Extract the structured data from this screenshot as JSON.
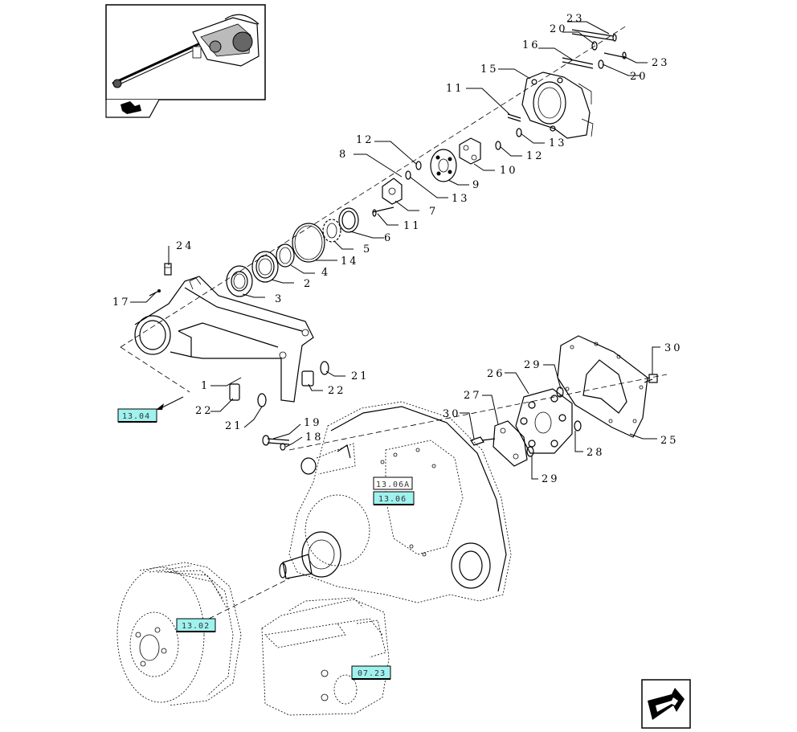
{
  "callouts": [
    {
      "id": "c23a",
      "text": "23"
    },
    {
      "id": "c20a",
      "text": "20"
    },
    {
      "id": "c16",
      "text": "16"
    },
    {
      "id": "c23b",
      "text": "23"
    },
    {
      "id": "c15",
      "text": "15"
    },
    {
      "id": "c20b",
      "text": "20"
    },
    {
      "id": "c11a",
      "text": "11"
    },
    {
      "id": "c13a",
      "text": "13"
    },
    {
      "id": "c12a",
      "text": "12"
    },
    {
      "id": "c12b",
      "text": "12"
    },
    {
      "id": "c10",
      "text": "10"
    },
    {
      "id": "c8",
      "text": "8"
    },
    {
      "id": "c9",
      "text": "9"
    },
    {
      "id": "c13b",
      "text": "13"
    },
    {
      "id": "c7",
      "text": "7"
    },
    {
      "id": "c11b",
      "text": "11"
    },
    {
      "id": "c6",
      "text": "6"
    },
    {
      "id": "c5",
      "text": "5"
    },
    {
      "id": "c14",
      "text": "14"
    },
    {
      "id": "c4",
      "text": "4"
    },
    {
      "id": "c24",
      "text": "24"
    },
    {
      "id": "c2",
      "text": "2"
    },
    {
      "id": "c17",
      "text": "17"
    },
    {
      "id": "c3",
      "text": "3"
    },
    {
      "id": "c21a",
      "text": "21"
    },
    {
      "id": "c22a",
      "text": "22"
    },
    {
      "id": "c1",
      "text": "1"
    },
    {
      "id": "c22b",
      "text": "22"
    },
    {
      "id": "c21b",
      "text": "21"
    },
    {
      "id": "c30a",
      "text": "30"
    },
    {
      "id": "c29a",
      "text": "29"
    },
    {
      "id": "c26",
      "text": "26"
    },
    {
      "id": "c27",
      "text": "27"
    },
    {
      "id": "c30b",
      "text": "30"
    },
    {
      "id": "c19",
      "text": "19"
    },
    {
      "id": "c18",
      "text": "18"
    },
    {
      "id": "c25",
      "text": "25"
    },
    {
      "id": "c28",
      "text": "28"
    },
    {
      "id": "c29b",
      "text": "29"
    }
  ],
  "references": [
    {
      "id": "ref-13-04",
      "text": "13.04",
      "style": "highlight"
    },
    {
      "id": "ref-13-06a",
      "text": "13.06A",
      "style": "plain"
    },
    {
      "id": "ref-13-06",
      "text": "13.06",
      "style": "highlight"
    },
    {
      "id": "ref-13-02",
      "text": "13.02",
      "style": "highlight"
    },
    {
      "id": "ref-07-23",
      "text": "07.23",
      "style": "highlight"
    }
  ],
  "icons": {
    "thumbnail": "assembly-thumbnail-icon",
    "thumbnail_tab": "previous-page-arrow-icon",
    "nav": "next-page-arrow-icon"
  },
  "colors": {
    "reference_highlight": "#9ff2ee",
    "line": "#000000",
    "background": "#ffffff"
  }
}
